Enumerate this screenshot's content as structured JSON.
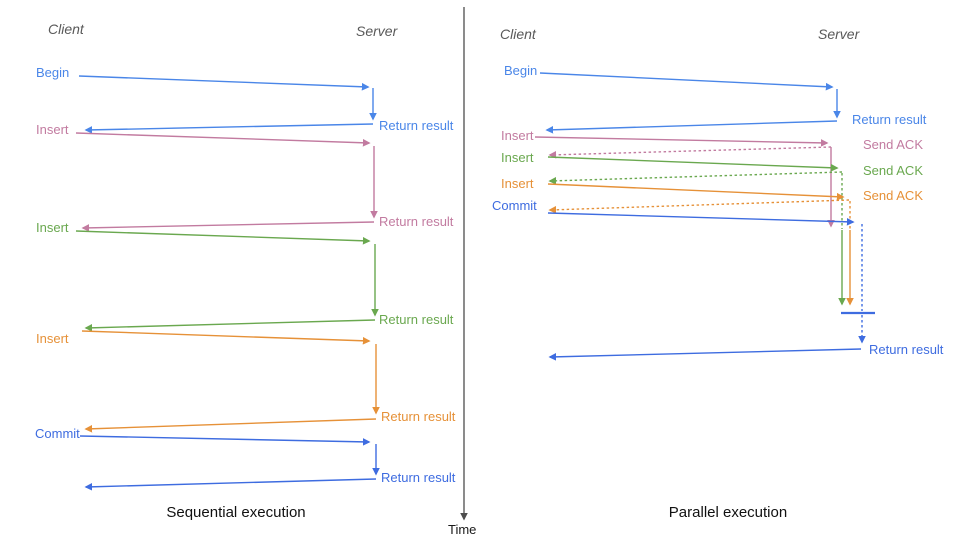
{
  "colors": {
    "blue": "#4a86e8",
    "pink": "#c27ba0",
    "green": "#6aa84f",
    "orange": "#e69138",
    "commit_blue": "#3e6ce0",
    "title_gray": "#595959",
    "axis_gray": "#4d4d4d",
    "caption_black": "#111111"
  },
  "left_panel": {
    "client_label": "Client",
    "server_label": "Server",
    "caption": "Sequential execution",
    "messages": [
      {
        "label": "Begin",
        "return_label": "Return result"
      },
      {
        "label": "Insert",
        "return_label": "Return result"
      },
      {
        "label": "Insert",
        "return_label": "Return result"
      },
      {
        "label": "Insert",
        "return_label": "Return result"
      },
      {
        "label": "Commit",
        "return_label": "Return result"
      }
    ]
  },
  "right_panel": {
    "client_label": "Client",
    "server_label": "Server",
    "caption": "Parallel execution",
    "messages": [
      {
        "label": "Begin",
        "response_label": "Return result"
      },
      {
        "label": "Insert",
        "response_label": "Send ACK"
      },
      {
        "label": "Insert",
        "response_label": "Send ACK"
      },
      {
        "label": "Insert",
        "response_label": "Send ACK"
      },
      {
        "label": "Commit",
        "response_label": "Return result"
      }
    ]
  },
  "time_axis": {
    "label": "Time"
  }
}
